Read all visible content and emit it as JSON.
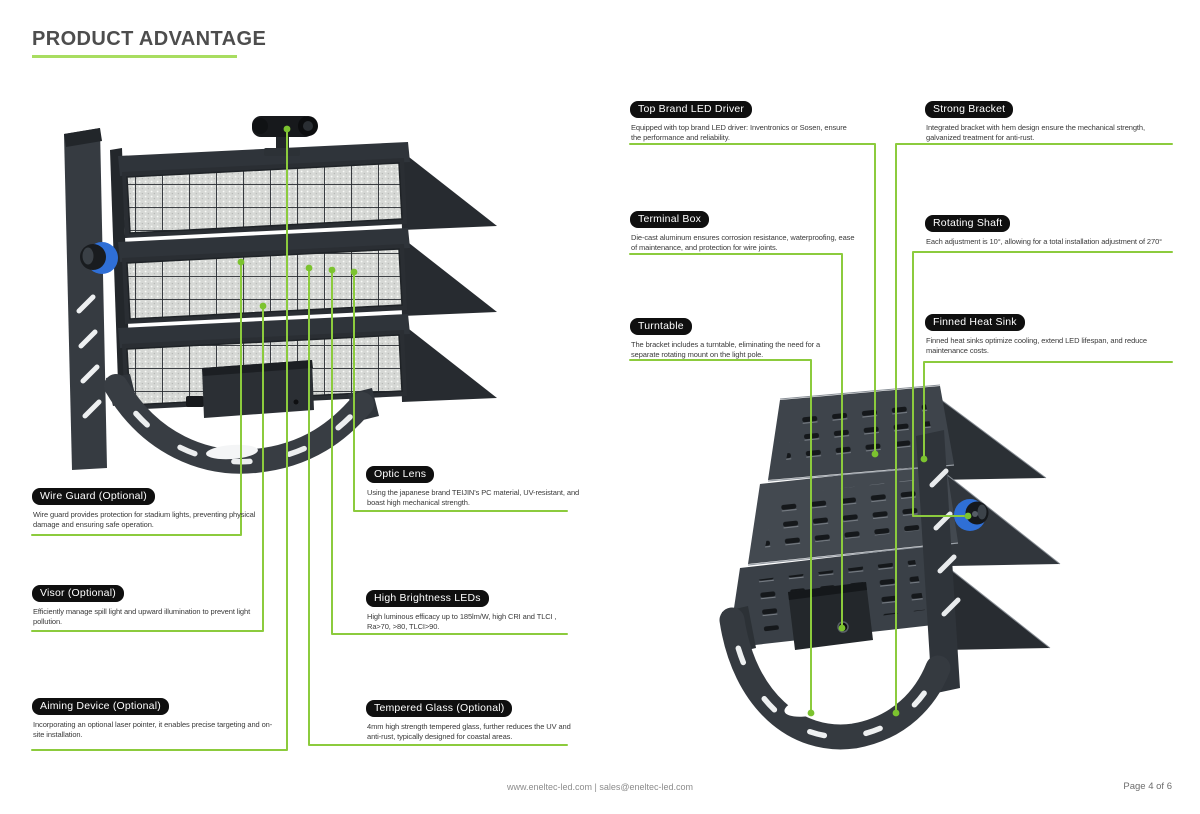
{
  "page": {
    "title": "PRODUCT ADVANTAGE",
    "footer": {
      "contact": "www.eneltec-led.com | sales@eneltec-led.com",
      "page_number": "Page 4 of 6"
    }
  },
  "colors": {
    "accent_line_green": "#8ccb3d",
    "title_underline_green": "#a8dd60",
    "label_bg": "#0f0f0f",
    "knob_blue": "#2f6fd6"
  },
  "callouts": {
    "wire_guard": {
      "title": "Wire Guard (Optional)",
      "desc": "Wire guard provides protection for stadium lights, preventing physical damage and ensuring safe operation."
    },
    "visor": {
      "title": "Visor (Optional)",
      "desc": "Efficiently manage spill light and upward illumination to prevent light pollution."
    },
    "aiming_device": {
      "title": "Aiming Device (Optional)",
      "desc": "Incorporating an optional laser pointer, it enables precise targeting and on-site installation."
    },
    "optic_lens": {
      "title": "Optic Lens",
      "desc": "Using the japanese brand TEIJIN's PC material, UV-resistant, and boast high mechanical strength."
    },
    "high_brightness_leds": {
      "title": "High Brightness LEDs",
      "desc": "High luminous efficacy up to 185lm/W, high CRI and TLCI , Ra>70, >80, TLCI>90."
    },
    "tempered_glass": {
      "title": "Tempered Glass (Optional)",
      "desc": "4mm high strength tempered glass, further reduces the UV and anti-rust, typically designed for coastal areas."
    },
    "top_brand_led_driver": {
      "title": "Top Brand LED Driver",
      "desc": "Equipped with top brand LED driver: Inventronics or Sosen, ensure the performance and reliability."
    },
    "terminal_box": {
      "title": "Terminal Box",
      "desc": "Die-cast aluminum ensures corrosion resistance, waterproofing, ease of maintenance, and protection for wire joints."
    },
    "turntable": {
      "title": "Turntable",
      "desc": "The bracket includes a turntable, eliminating the need for a separate rotating mount on the light pole."
    },
    "strong_bracket": {
      "title": "Strong Bracket",
      "desc": "Integrated bracket with hem design ensure the mechanical strength, galvanized treatment for anti-rust."
    },
    "rotating_shaft": {
      "title": "Rotating Shaft",
      "desc": "Each adjustment is 10°, allowing for a total installation adjustment of 270°"
    },
    "finned_heat_sink": {
      "title": "Finned Heat Sink",
      "desc": "Finned heat sinks optimize cooling, extend LED lifespan, and reduce maintenance costs."
    }
  }
}
